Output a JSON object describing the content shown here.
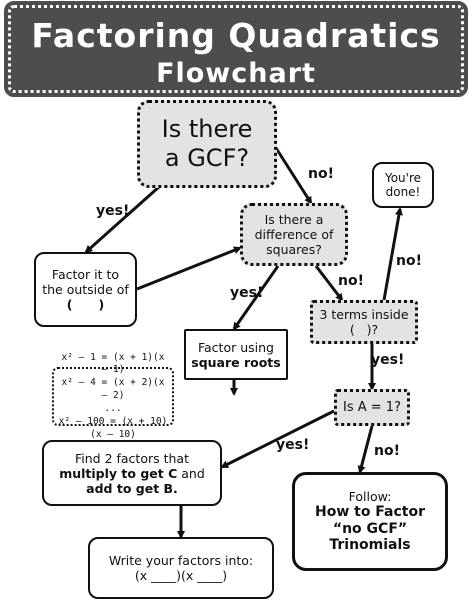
{
  "header": {
    "title_line1": "Factoring Quadratics",
    "title_line2": "Flowchart"
  },
  "nodes": {
    "gcf": {
      "line1": "Is there",
      "line2": "a GCF?"
    },
    "diff": {
      "line1": "Is there a",
      "line2": "difference of",
      "line3": "squares?"
    },
    "factor_out": {
      "line1": "Factor it to",
      "line2": "the outside of",
      "line3": "(      )"
    },
    "done": {
      "line1": "You're",
      "line2": "done!"
    },
    "three_terms": {
      "line1": "3 terms inside",
      "line2": "(   )?"
    },
    "sqroots": {
      "line1": "Factor using",
      "line2": "square roots"
    },
    "examples": [
      "x² – 1 = (x + 1)(x – 1)",
      "x² – 4 = (x + 2)(x – 2)",
      "...",
      "x² – 100 = (x + 10)(x – 10)"
    ],
    "a1": {
      "line1": "Is A = 1?"
    },
    "find2": {
      "line1": "Find 2 factors that",
      "line2a": "multiply to get C",
      "line2b": " and",
      "line3": "add to get B."
    },
    "follow": {
      "line1": "Follow:",
      "line2": "How to Factor",
      "line3": "“no GCF”",
      "line4": "Trinomials"
    },
    "write": {
      "line1": "Write your factors into:",
      "line2": "(x ____)(x ____)"
    }
  },
  "labels": {
    "yes1": "yes!",
    "no1": "no!",
    "yes2": "yes!",
    "no2": "no!",
    "no3": "no!",
    "yes3": "yes!",
    "yes4": "yes!",
    "no4": "no!"
  }
}
